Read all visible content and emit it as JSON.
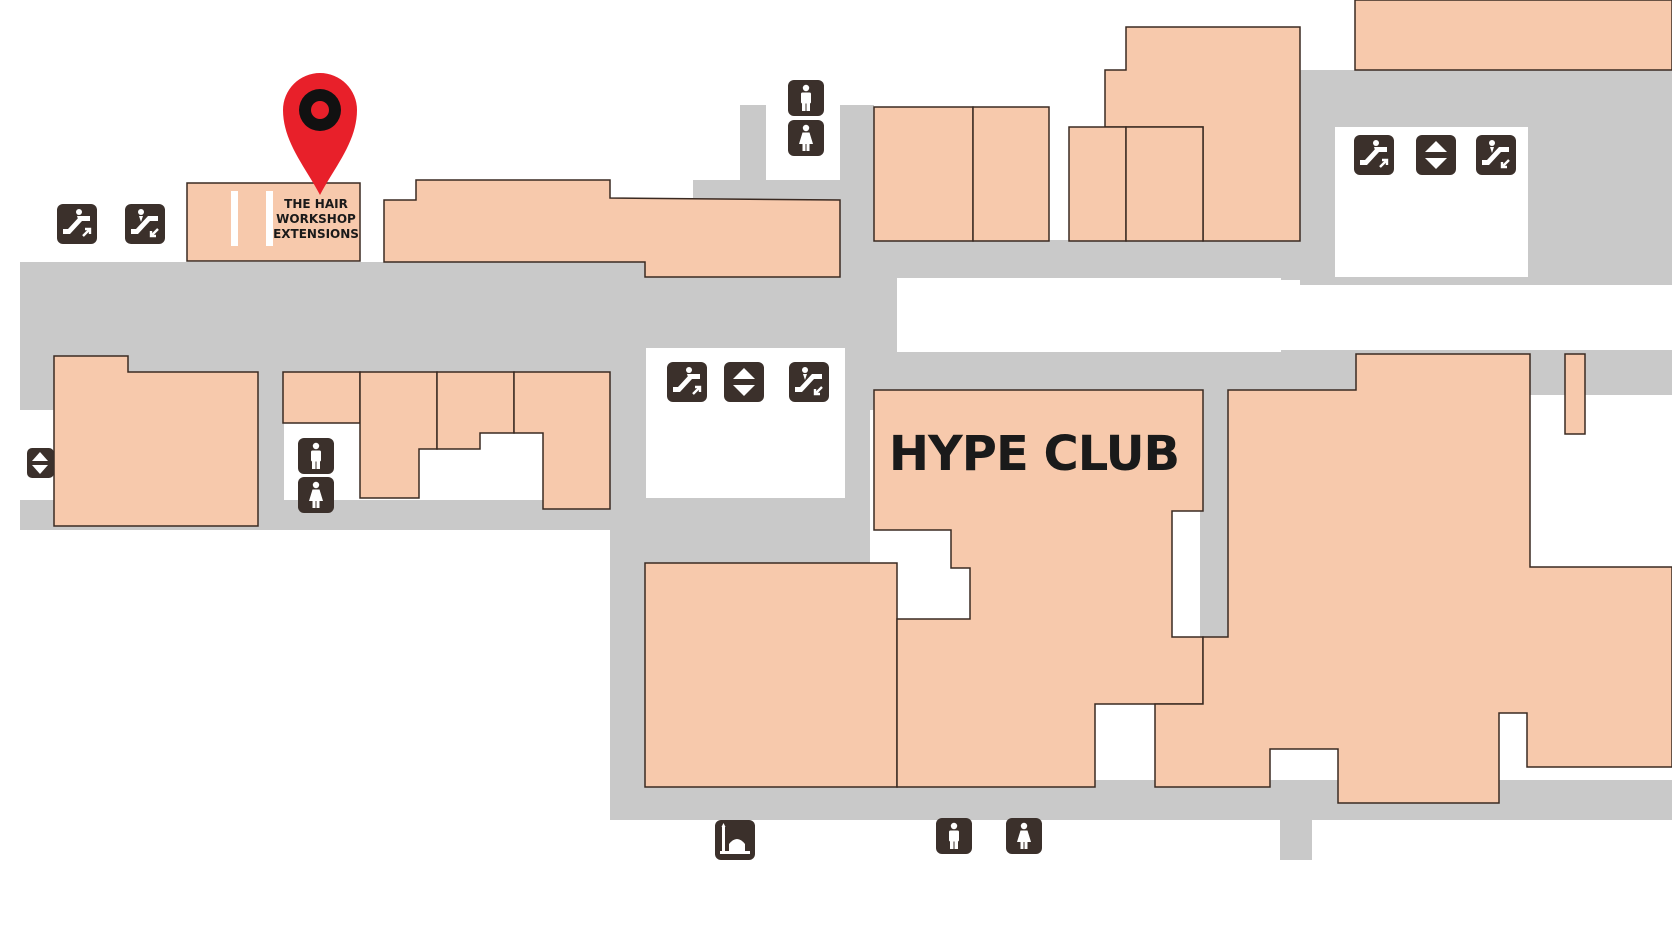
{
  "stores": {
    "hair_workshop": {
      "line1": "THE HAIR",
      "line2": "WORKSHOP",
      "line3": "EXTENSIONS"
    },
    "anchor": {
      "name": "HYPE CLUB"
    }
  },
  "location_marker": {
    "icon": "map-pin-icon",
    "color": "#e8202a",
    "center_color": "#111111"
  },
  "colors": {
    "shop_fill": "#f7c9ac",
    "corridor": "#c9c9c9",
    "icon_tile": "#3b302b",
    "background": "#ffffff"
  },
  "amenity_icons": [
    "escalator-up-icon",
    "escalator-down-icon",
    "elevator-icon",
    "male-restroom-icon",
    "female-restroom-icon",
    "prayer-room-icon"
  ]
}
